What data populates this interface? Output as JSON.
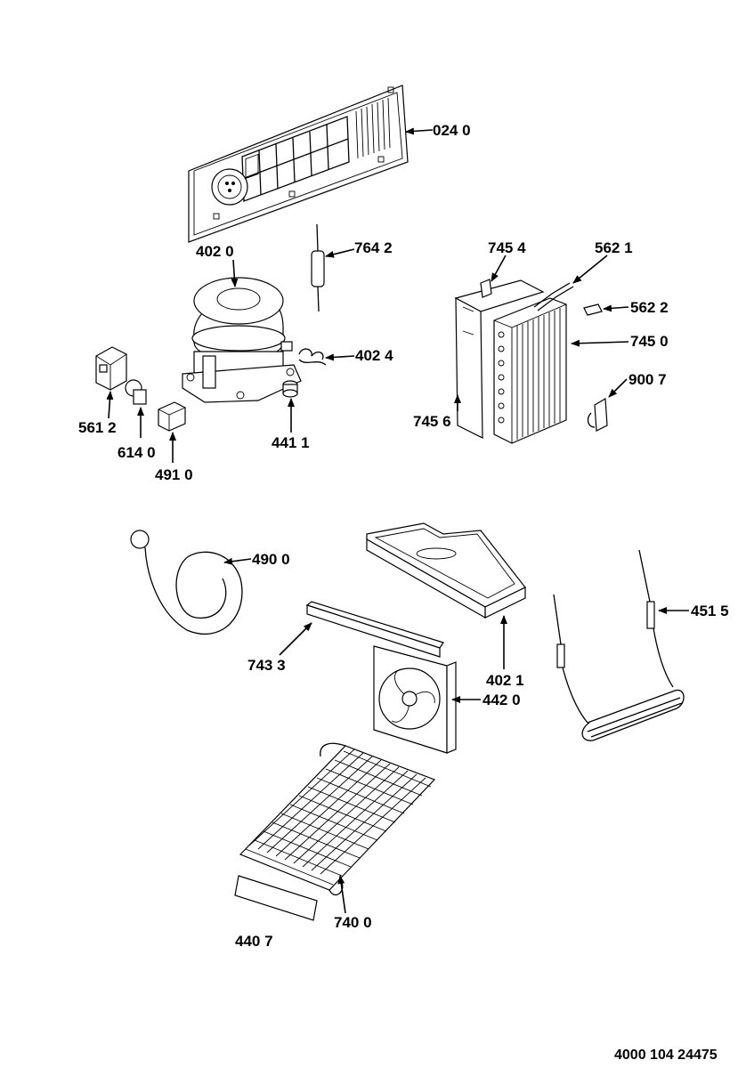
{
  "document_number": "4000 104 24475",
  "parts": [
    {
      "id": "p0240",
      "label": "024 0"
    },
    {
      "id": "p4020",
      "label": "402 0"
    },
    {
      "id": "p7642",
      "label": "764 2"
    },
    {
      "id": "p4024",
      "label": "402 4"
    },
    {
      "id": "p5612",
      "label": "561 2"
    },
    {
      "id": "p6140",
      "label": "614 0"
    },
    {
      "id": "p4910",
      "label": "491 0"
    },
    {
      "id": "p4411",
      "label": "441 1"
    },
    {
      "id": "p7454",
      "label": "745 4"
    },
    {
      "id": "p5621",
      "label": "562 1"
    },
    {
      "id": "p5622",
      "label": "562 2"
    },
    {
      "id": "p7450",
      "label": "745 0"
    },
    {
      "id": "p9007",
      "label": "900 7"
    },
    {
      "id": "p7456",
      "label": "745 6"
    },
    {
      "id": "p4900",
      "label": "490 0"
    },
    {
      "id": "p4021",
      "label": "402 1"
    },
    {
      "id": "p4515",
      "label": "451 5"
    },
    {
      "id": "p7433",
      "label": "743 3"
    },
    {
      "id": "p4420",
      "label": "442 0"
    },
    {
      "id": "p7400",
      "label": "740 0"
    },
    {
      "id": "p4407",
      "label": "440 7"
    }
  ]
}
